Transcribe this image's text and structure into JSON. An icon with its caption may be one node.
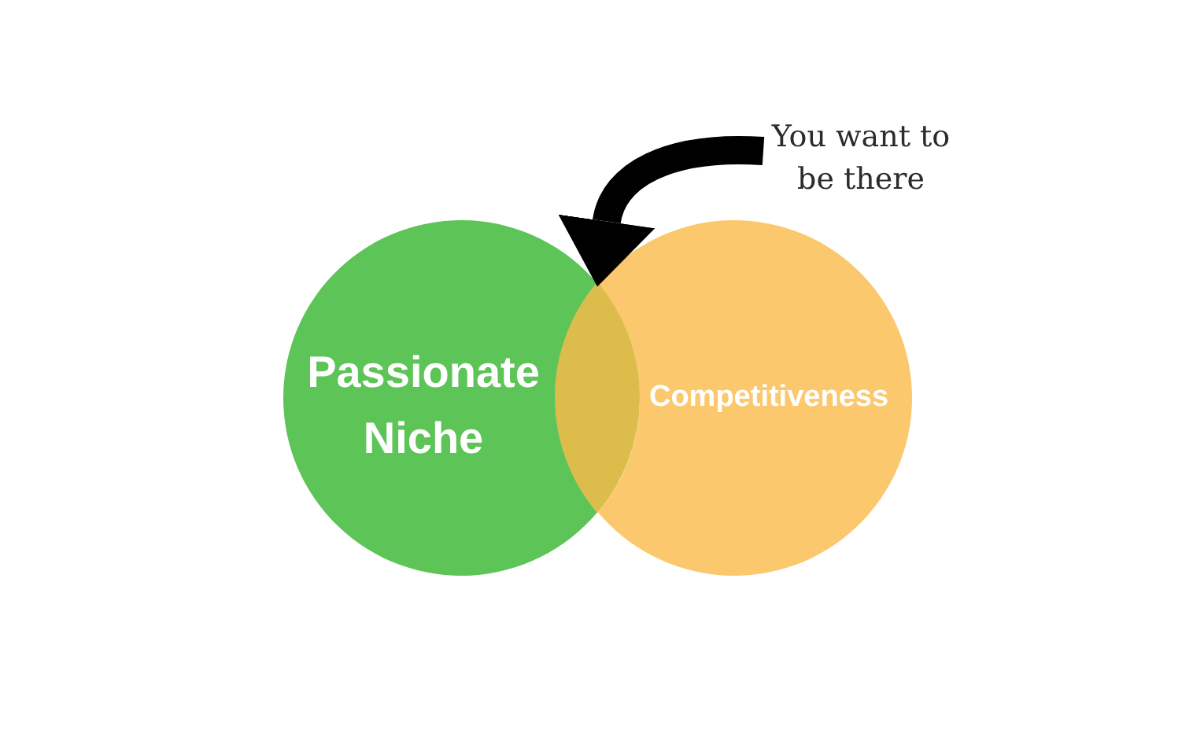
{
  "diagram": {
    "nodes": [
      {
        "text": [
          "Passionate Niche"
        ]
      },
      {
        "text": [
          "Competitiveness"
        ]
      },
      {
        "text": [
          "You want to be there"
        ]
      },
      {
        "text": [],
        "shape": "lens"
      }
    ],
    "edges": [
      {
        "from": 2,
        "to": 3,
        "arrow": "to"
      }
    ]
  }
}
